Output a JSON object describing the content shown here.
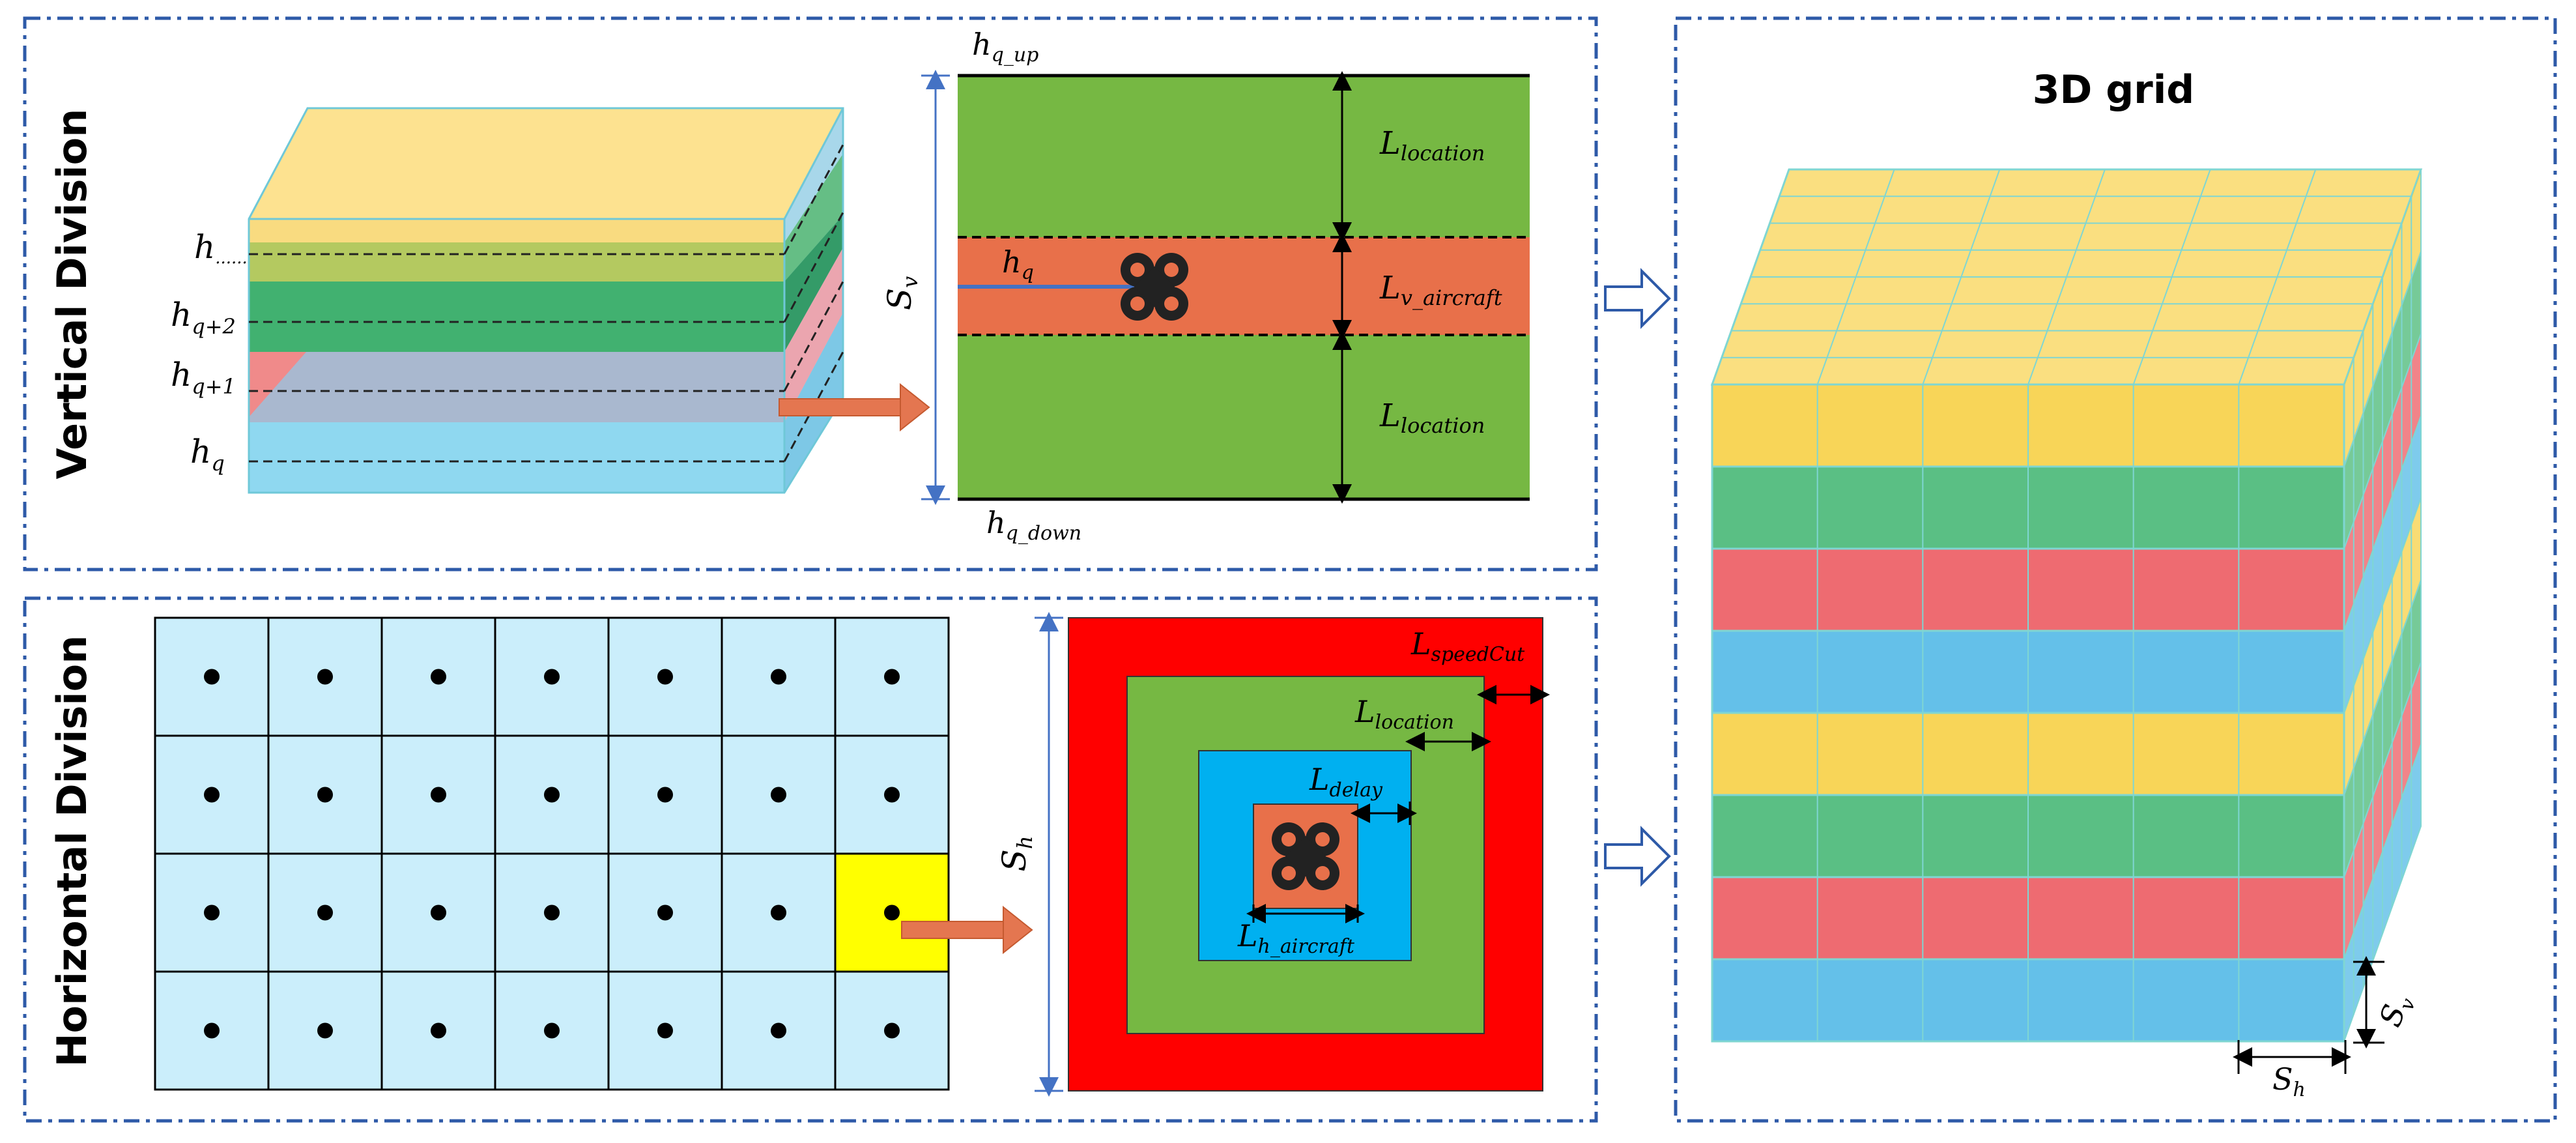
{
  "panels": {
    "vertical": {
      "title": "Vertical Division",
      "layer_labels": {
        "h_dots": "h",
        "h_dots_sub": "......",
        "hq2": "h",
        "hq2_sub": "q+2",
        "hq1": "h",
        "hq1_sub": "q+1",
        "hq": "h",
        "hq_sub": "q"
      },
      "detail": {
        "top_label": "h",
        "top_label_sub": "q_up",
        "bottom_label": "h",
        "bottom_label_sub": "q_down",
        "side_label": "S",
        "side_label_sub": "v",
        "mid_label": "h",
        "mid_label_sub": "q",
        "upper_band": "L",
        "upper_band_sub": "location",
        "middle_band": "L",
        "middle_band_sub": "v_aircraft",
        "lower_band": "L",
        "lower_band_sub": "location"
      }
    },
    "horizontal": {
      "title": "Horizontal Division",
      "grid": {
        "rows": 4,
        "cols": 7,
        "highlight_row": 2,
        "highlight_col": 6
      },
      "detail": {
        "side_label": "S",
        "side_label_sub": "h",
        "speed_cut": "L",
        "speed_cut_sub": "speedCut",
        "location": "L",
        "location_sub": "location",
        "delay": "L",
        "delay_sub": "delay",
        "aircraft": "L",
        "aircraft_sub": "h_aircraft"
      }
    },
    "grid3d": {
      "title": "3D grid",
      "sv_label": "S",
      "sv_label_sub": "v",
      "sh_label": "S",
      "sh_label_sub": "h"
    }
  },
  "colors": {
    "dash_border": "#2e5aa8",
    "yellow_layer": "#f5c518",
    "green_layer": "#1aa654",
    "red_layer": "#e8323a",
    "blue_layer": "#28a8e0",
    "green_fill": "#76b843",
    "orange_fill": "#e8704a",
    "red_fill": "#ff0000",
    "blue_fill": "#00b0f0",
    "grid_cell": "#cbeefb",
    "highlight": "#ffff00",
    "arrow": "#e47650"
  }
}
